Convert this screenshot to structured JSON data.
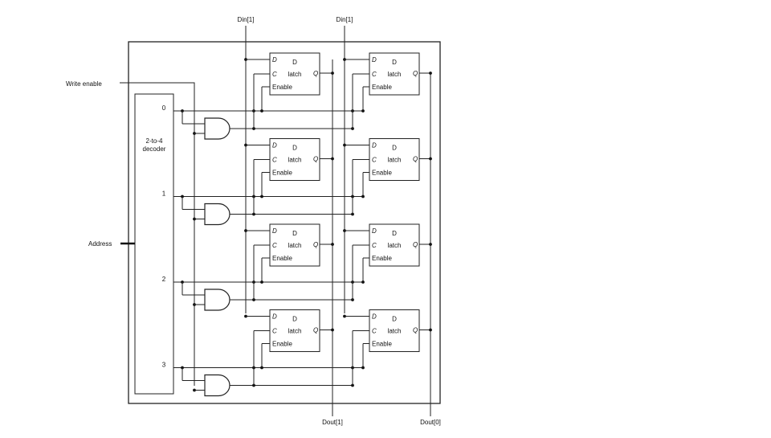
{
  "signals": {
    "din_left": "Din[1]",
    "din_right": "Din[1]",
    "write_enable": "Write enable",
    "address": "Address",
    "dout_left": "Dout[1]",
    "dout_right": "Dout[0]"
  },
  "decoder": {
    "line1": "2-to-4",
    "line2": "decoder",
    "outputs": [
      "0",
      "1",
      "2",
      "3"
    ]
  },
  "latch": {
    "d_pin": "D",
    "c_pin": "C",
    "q_pin": "Q",
    "title_d": "D",
    "title_latch": "latch",
    "enable": "Enable"
  }
}
